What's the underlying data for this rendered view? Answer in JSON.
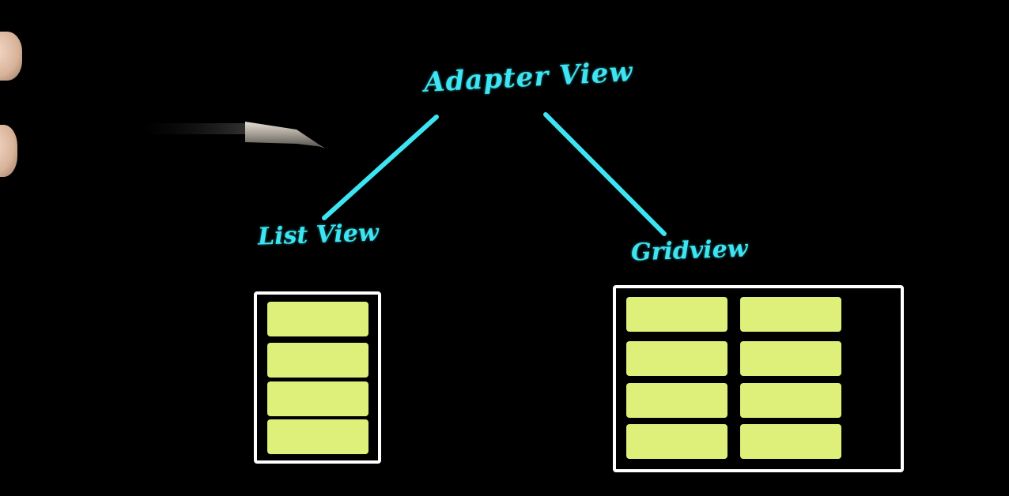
{
  "diagram": {
    "root_label": "Adapter View",
    "left_child_label": "List View",
    "right_child_label": "Gridview"
  },
  "colors": {
    "ink": "#3de4f2",
    "frame": "#ffffff",
    "item_fill": "#dff07a",
    "background": "#000000"
  },
  "list_view": {
    "rows": 4,
    "columns": 1
  },
  "grid_view": {
    "rows": 4,
    "columns": 2
  }
}
